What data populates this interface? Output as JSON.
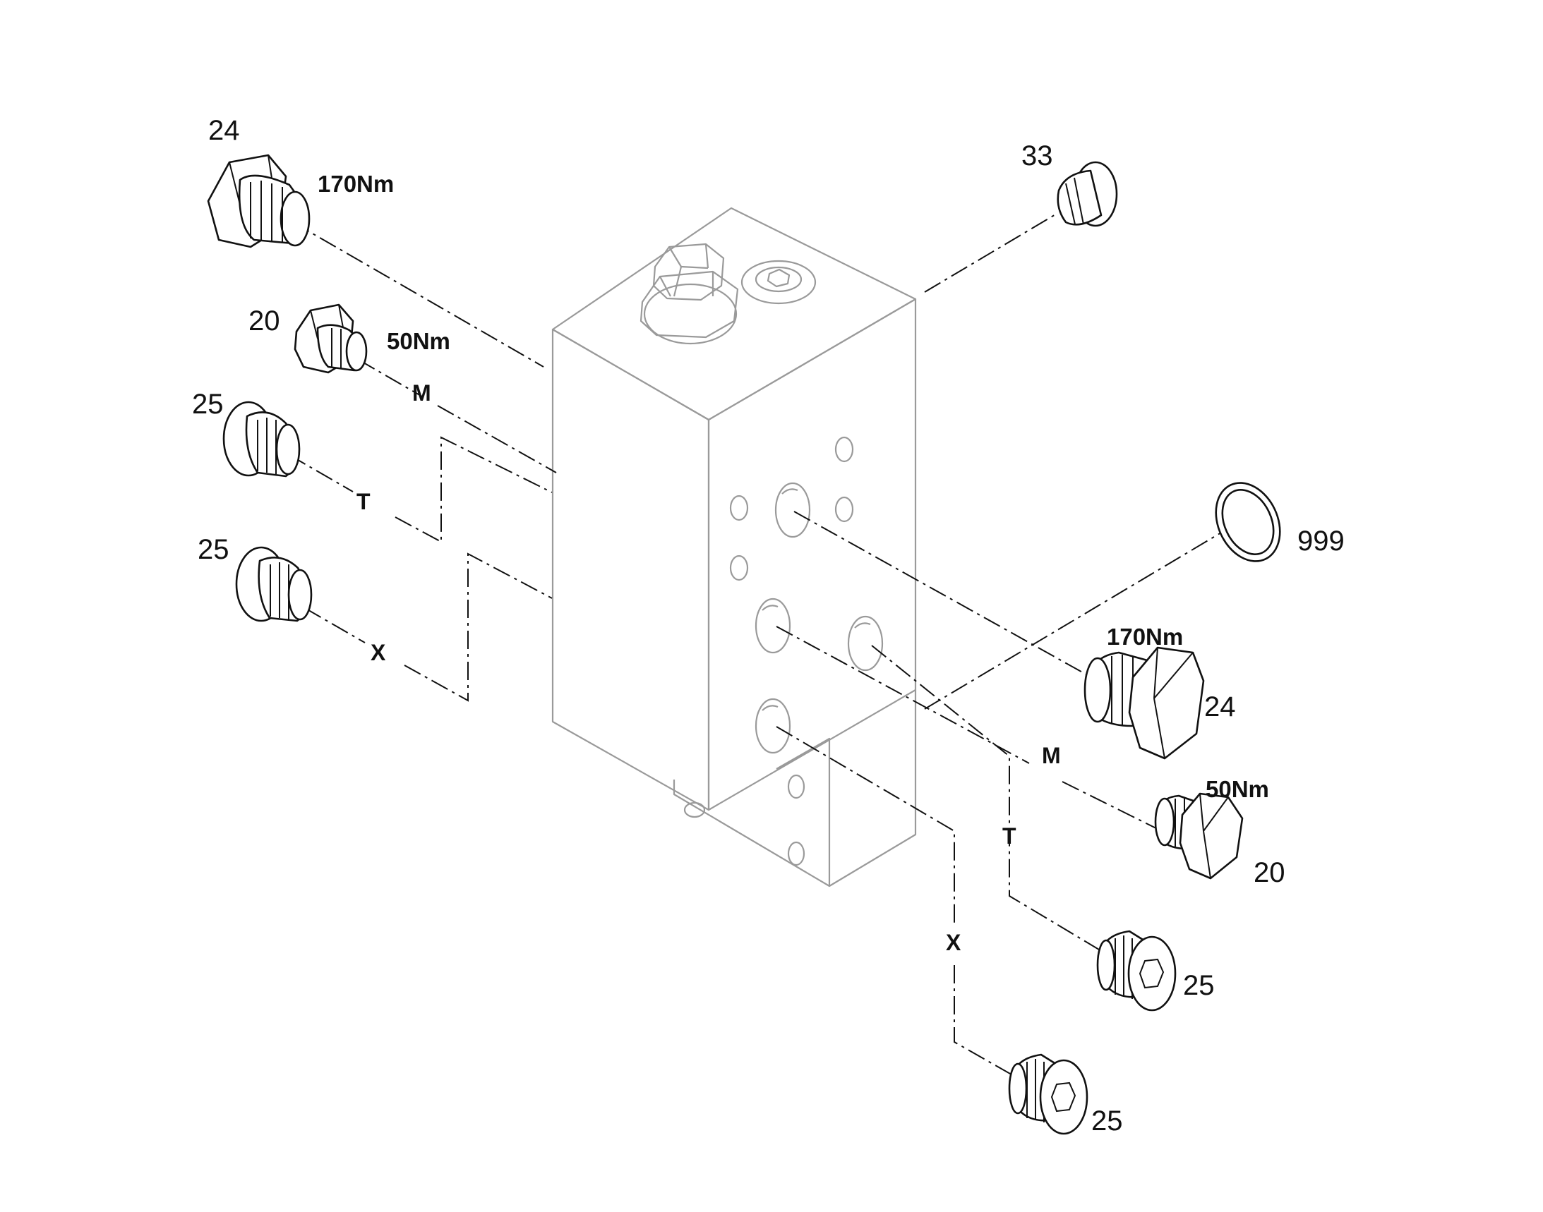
{
  "diagram": {
    "callouts": [
      {
        "id": "upper-left-plug-24",
        "part": "24",
        "torque": "170Nm"
      },
      {
        "id": "upper-left-plug-20",
        "part": "20",
        "torque": "50Nm",
        "port": "M"
      },
      {
        "id": "upper-left-plug-25-t",
        "part": "25",
        "port": "T"
      },
      {
        "id": "upper-left-plug-25-x",
        "part": "25",
        "port": "X"
      },
      {
        "id": "top-right-plug-33",
        "part": "33"
      },
      {
        "id": "seal-ring-999",
        "part": "999"
      },
      {
        "id": "lower-right-plug-24",
        "part": "24",
        "torque": "170Nm"
      },
      {
        "id": "lower-right-plug-20",
        "part": "20",
        "torque": "50Nm",
        "port": "M"
      },
      {
        "id": "lower-right-plug-25-t",
        "part": "25",
        "port": "T"
      },
      {
        "id": "lower-right-plug-25-x",
        "part": "25",
        "port": "X"
      }
    ]
  }
}
